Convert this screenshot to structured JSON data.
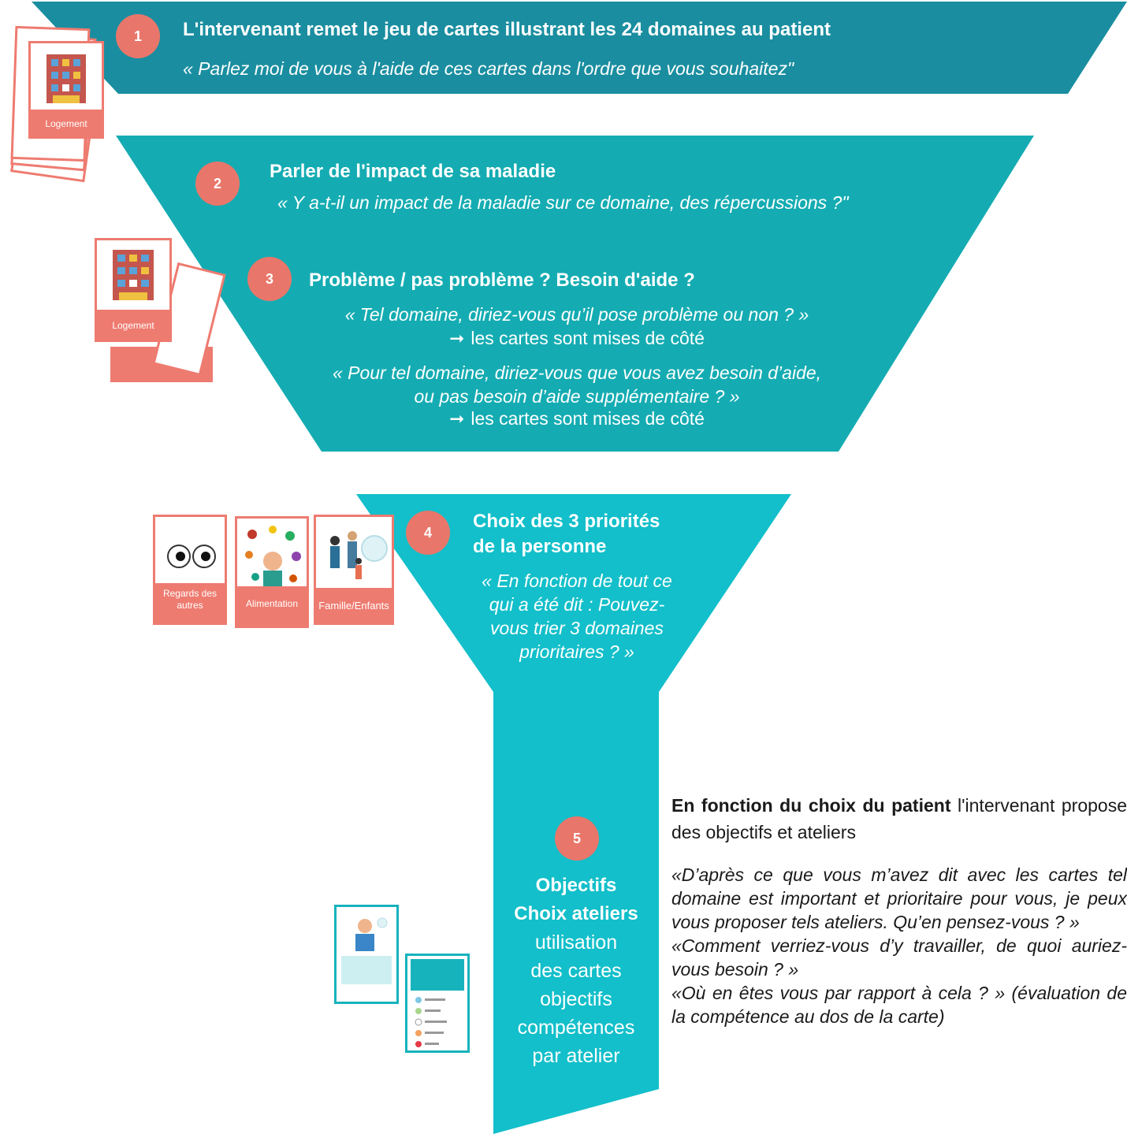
{
  "colors": {
    "band1": "#1a8ea0",
    "band2": "#14acb2",
    "band3": "#12bfca",
    "badge": "#e9766a",
    "card": "#ee7b70"
  },
  "step1": {
    "number": "1",
    "title": "L'intervenant remet le jeu de cartes illustrant les 24 domaines au patient",
    "quote": "« Parlez moi de vous à l'aide de ces cartes dans l'ordre que vous souhaitez\""
  },
  "step2": {
    "number": "2",
    "title": "Parler de l'impact de sa maladie",
    "quote": "« Y a-t-il un impact de la maladie sur ce domaine, des répercussions ?\""
  },
  "step3": {
    "number": "3",
    "title": "Problème / pas problème ? Besoin d'aide ?",
    "quote1": "« Tel domaine, diriez-vous qu’il pose problème ou non ? »",
    "result1": "les cartes sont mises de côté",
    "quote2_line1": "« Pour tel domaine, diriez-vous que vous avez besoin d’aide,",
    "quote2_line2": "ou pas besoin d’aide supplémentaire ? »",
    "result2": "les cartes sont mises de côté"
  },
  "step4": {
    "number": "4",
    "title_line1": "Choix des 3 priorités",
    "title_line2": "de la personne",
    "quote_lines": [
      "« En fonction de tout ce",
      "qui a été dit : Pouvez-",
      "vous trier 3 domaines",
      "prioritaires ? »"
    ]
  },
  "step5": {
    "number": "5",
    "title_line1": "Objectifs",
    "title_line2": "Choix ateliers",
    "body_lines": [
      "utilisation",
      "des cartes",
      "objectifs",
      "compétences",
      "par atelier"
    ]
  },
  "right": {
    "bold": "En fonction du choix du patient",
    "rest": " l'intervenant propose des objectifs et ateliers",
    "q1": "«D’après ce que vous m’avez dit avec les cartes tel domaine est important et prioritaire pour vous, je peux vous proposer tels ateliers. Qu’en pensez-vous ? »",
    "q2": "«Comment verriez-vous d’y travailler, de quoi auriez-vous besoin ? »",
    "q3": "«Où en êtes vous par rapport à cela ? » (évaluation de la compétence au dos de la carte)"
  },
  "cards": {
    "logement": "Logement",
    "logement_b": "Logement",
    "alimentation_partial": "...ation",
    "regards": "Regards des autres",
    "alimentation": "Alimentation",
    "famille": "Famille/Enfants"
  },
  "icons": [
    "arrow-right-icon",
    "building-illustration",
    "eyes-illustration",
    "food-illustration",
    "family-illustration",
    "person-illustration"
  ]
}
